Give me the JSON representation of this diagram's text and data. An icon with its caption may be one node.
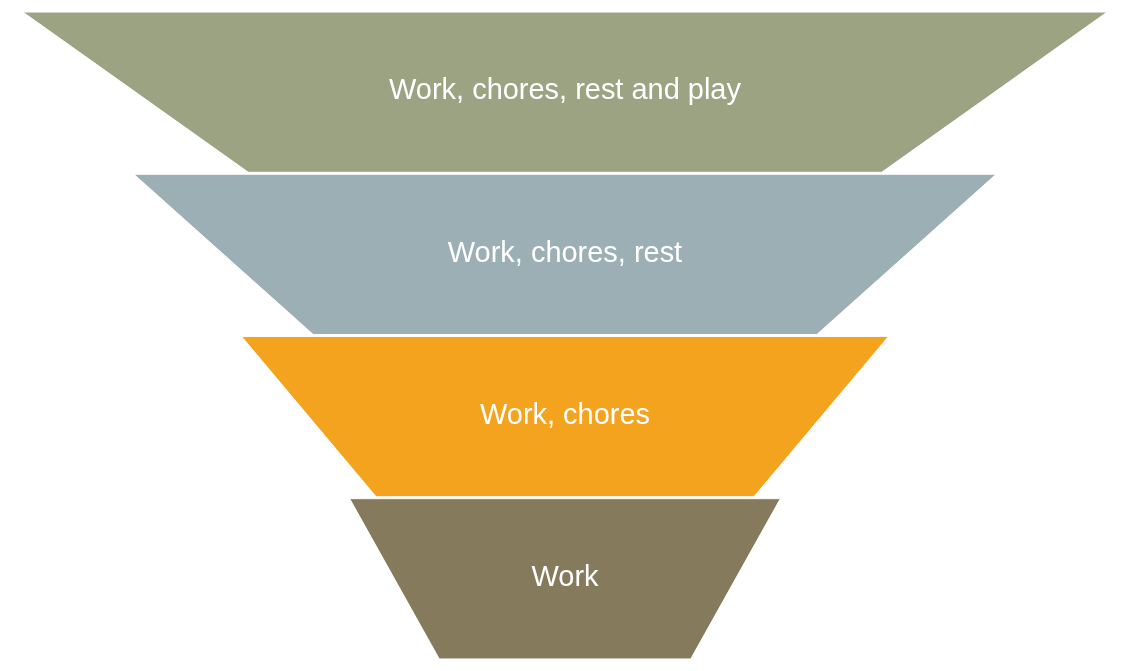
{
  "diagram": {
    "nodes": [
      {
        "text": [
          "Work, chores, rest and play"
        ]
      },
      {
        "text": [
          "Work, chores, rest"
        ]
      },
      {
        "text": [
          "Work, chores"
        ]
      },
      {
        "text": [
          "Work"
        ]
      }
    ]
  }
}
